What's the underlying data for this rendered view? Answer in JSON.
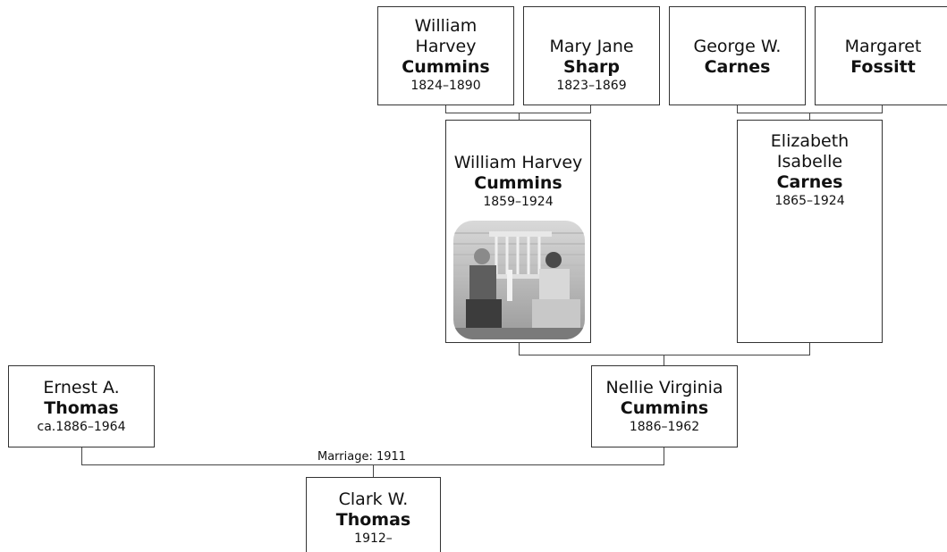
{
  "people": {
    "gf_wh_cummins": {
      "given": "William Harvey",
      "surname": "Cummins",
      "dates": "1824–1890"
    },
    "gm_mj_sharp": {
      "given": "Mary Jane",
      "surname": "Sharp",
      "dates": "1823–1869"
    },
    "gf_gw_carnes": {
      "given": "George W.",
      "surname": "Carnes",
      "dates": ""
    },
    "gm_m_fossitt": {
      "given": "Margaret",
      "surname": "Fossitt",
      "dates": ""
    },
    "f_wh_cummins": {
      "given": "William Harvey",
      "surname": "Cummins",
      "dates": "1859–1924"
    },
    "m_ei_carnes": {
      "given": "Elizabeth Isabelle",
      "surname": "Carnes",
      "dates": "1865–1924"
    },
    "ea_thomas": {
      "given": "Ernest A.",
      "surname": "Thomas",
      "dates": "ca.1886–1964"
    },
    "nv_cummins": {
      "given": "Nellie Virginia",
      "surname": "Cummins",
      "dates": "1886–1962"
    },
    "cw_thomas": {
      "given": "Clark W.",
      "surname": "Thomas",
      "dates": "1912–"
    }
  },
  "marriage_label": "Marriage: 1911"
}
